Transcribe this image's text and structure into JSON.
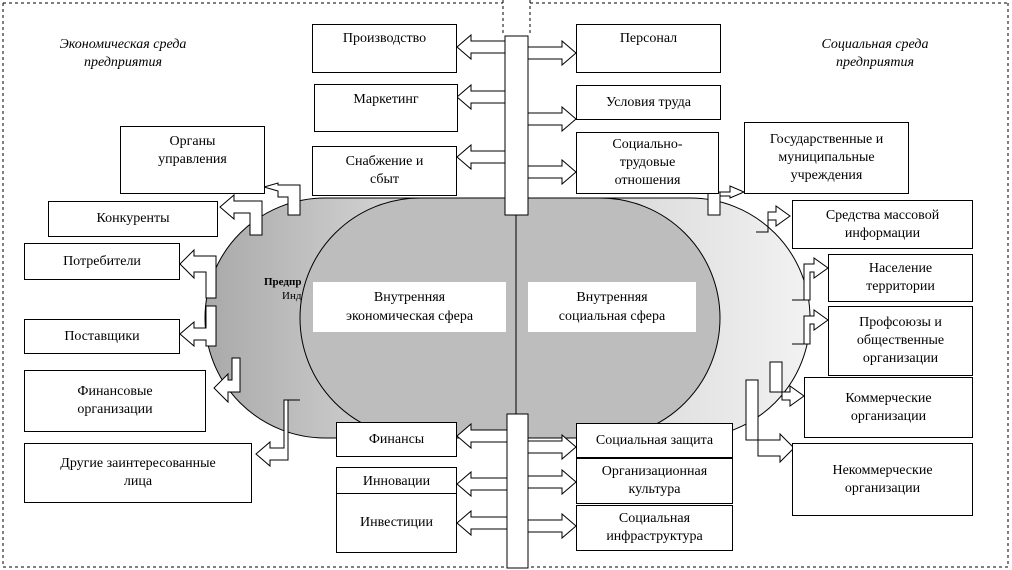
{
  "headings": {
    "economic_env": "Экономическая среда\nпредприятия",
    "social_env": "Социальная среда\nпредприятия"
  },
  "center": {
    "partial_label_1": "Предпр",
    "partial_label_2": "Инд",
    "inner_economic": "Внутренняя\nэкономическая сфера",
    "inner_social": "Внутренняя\nсоциальная сфера"
  },
  "top_left_boxes": {
    "production": "Производство",
    "marketing": "Маркетинг",
    "supply": "Снабжение и\nсбыт"
  },
  "top_right_boxes": {
    "personnel": "Персонал",
    "labor_conditions": "Условия труда",
    "social_labor": "Социально-\nтрудовые\nотношения"
  },
  "left_boxes": {
    "management": "Органы\nуправления",
    "competitors": "Конкуренты",
    "consumers": "Потребители",
    "suppliers": "Поставщики",
    "financial_orgs": "Финансовые\nорганизации",
    "other_stakeholders": "Другие заинтересованные\nлица"
  },
  "right_boxes": {
    "government": "Государственные и\nмуниципальные\nучреждения",
    "media": "Средства массовой\nинформации",
    "population": "Население\nтерритории",
    "unions": "Профсоюзы и\nобщественные\nорганизации",
    "commercial": "Коммерческие\nорганизации",
    "noncommercial": "Некоммерческие\nорганизации"
  },
  "bottom_left_boxes": {
    "finance": "Финансы",
    "innovations": "Инновации",
    "investments": "Инвестиции"
  },
  "bottom_right_boxes": {
    "social_protection": "Социальная защита",
    "org_culture": "Организационная\nкультура",
    "social_infra": "Социальная\nинфраструктура"
  }
}
